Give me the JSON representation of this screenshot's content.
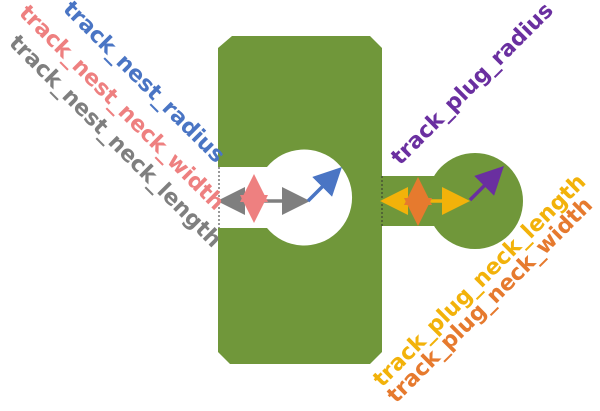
{
  "labels": {
    "nest_radius": "track_nest_radius",
    "nest_neck_width": "track_nest_neck_width",
    "nest_neck_length": "track_nest_neck_length",
    "plug_radius": "track_plug_radius",
    "plug_neck_length": "track_plug_neck_length",
    "plug_neck_width": "track_plug_neck_width"
  },
  "colors": {
    "shape_fill": "#70973a",
    "nest_radius": "#4a75c4",
    "nest_neck_width": "#ee8080",
    "nest_neck_length": "#7f7f7f",
    "plug_radius": "#6a2fa0",
    "plug_neck_length": "#f2b20a",
    "plug_neck_width": "#e67a2e"
  }
}
